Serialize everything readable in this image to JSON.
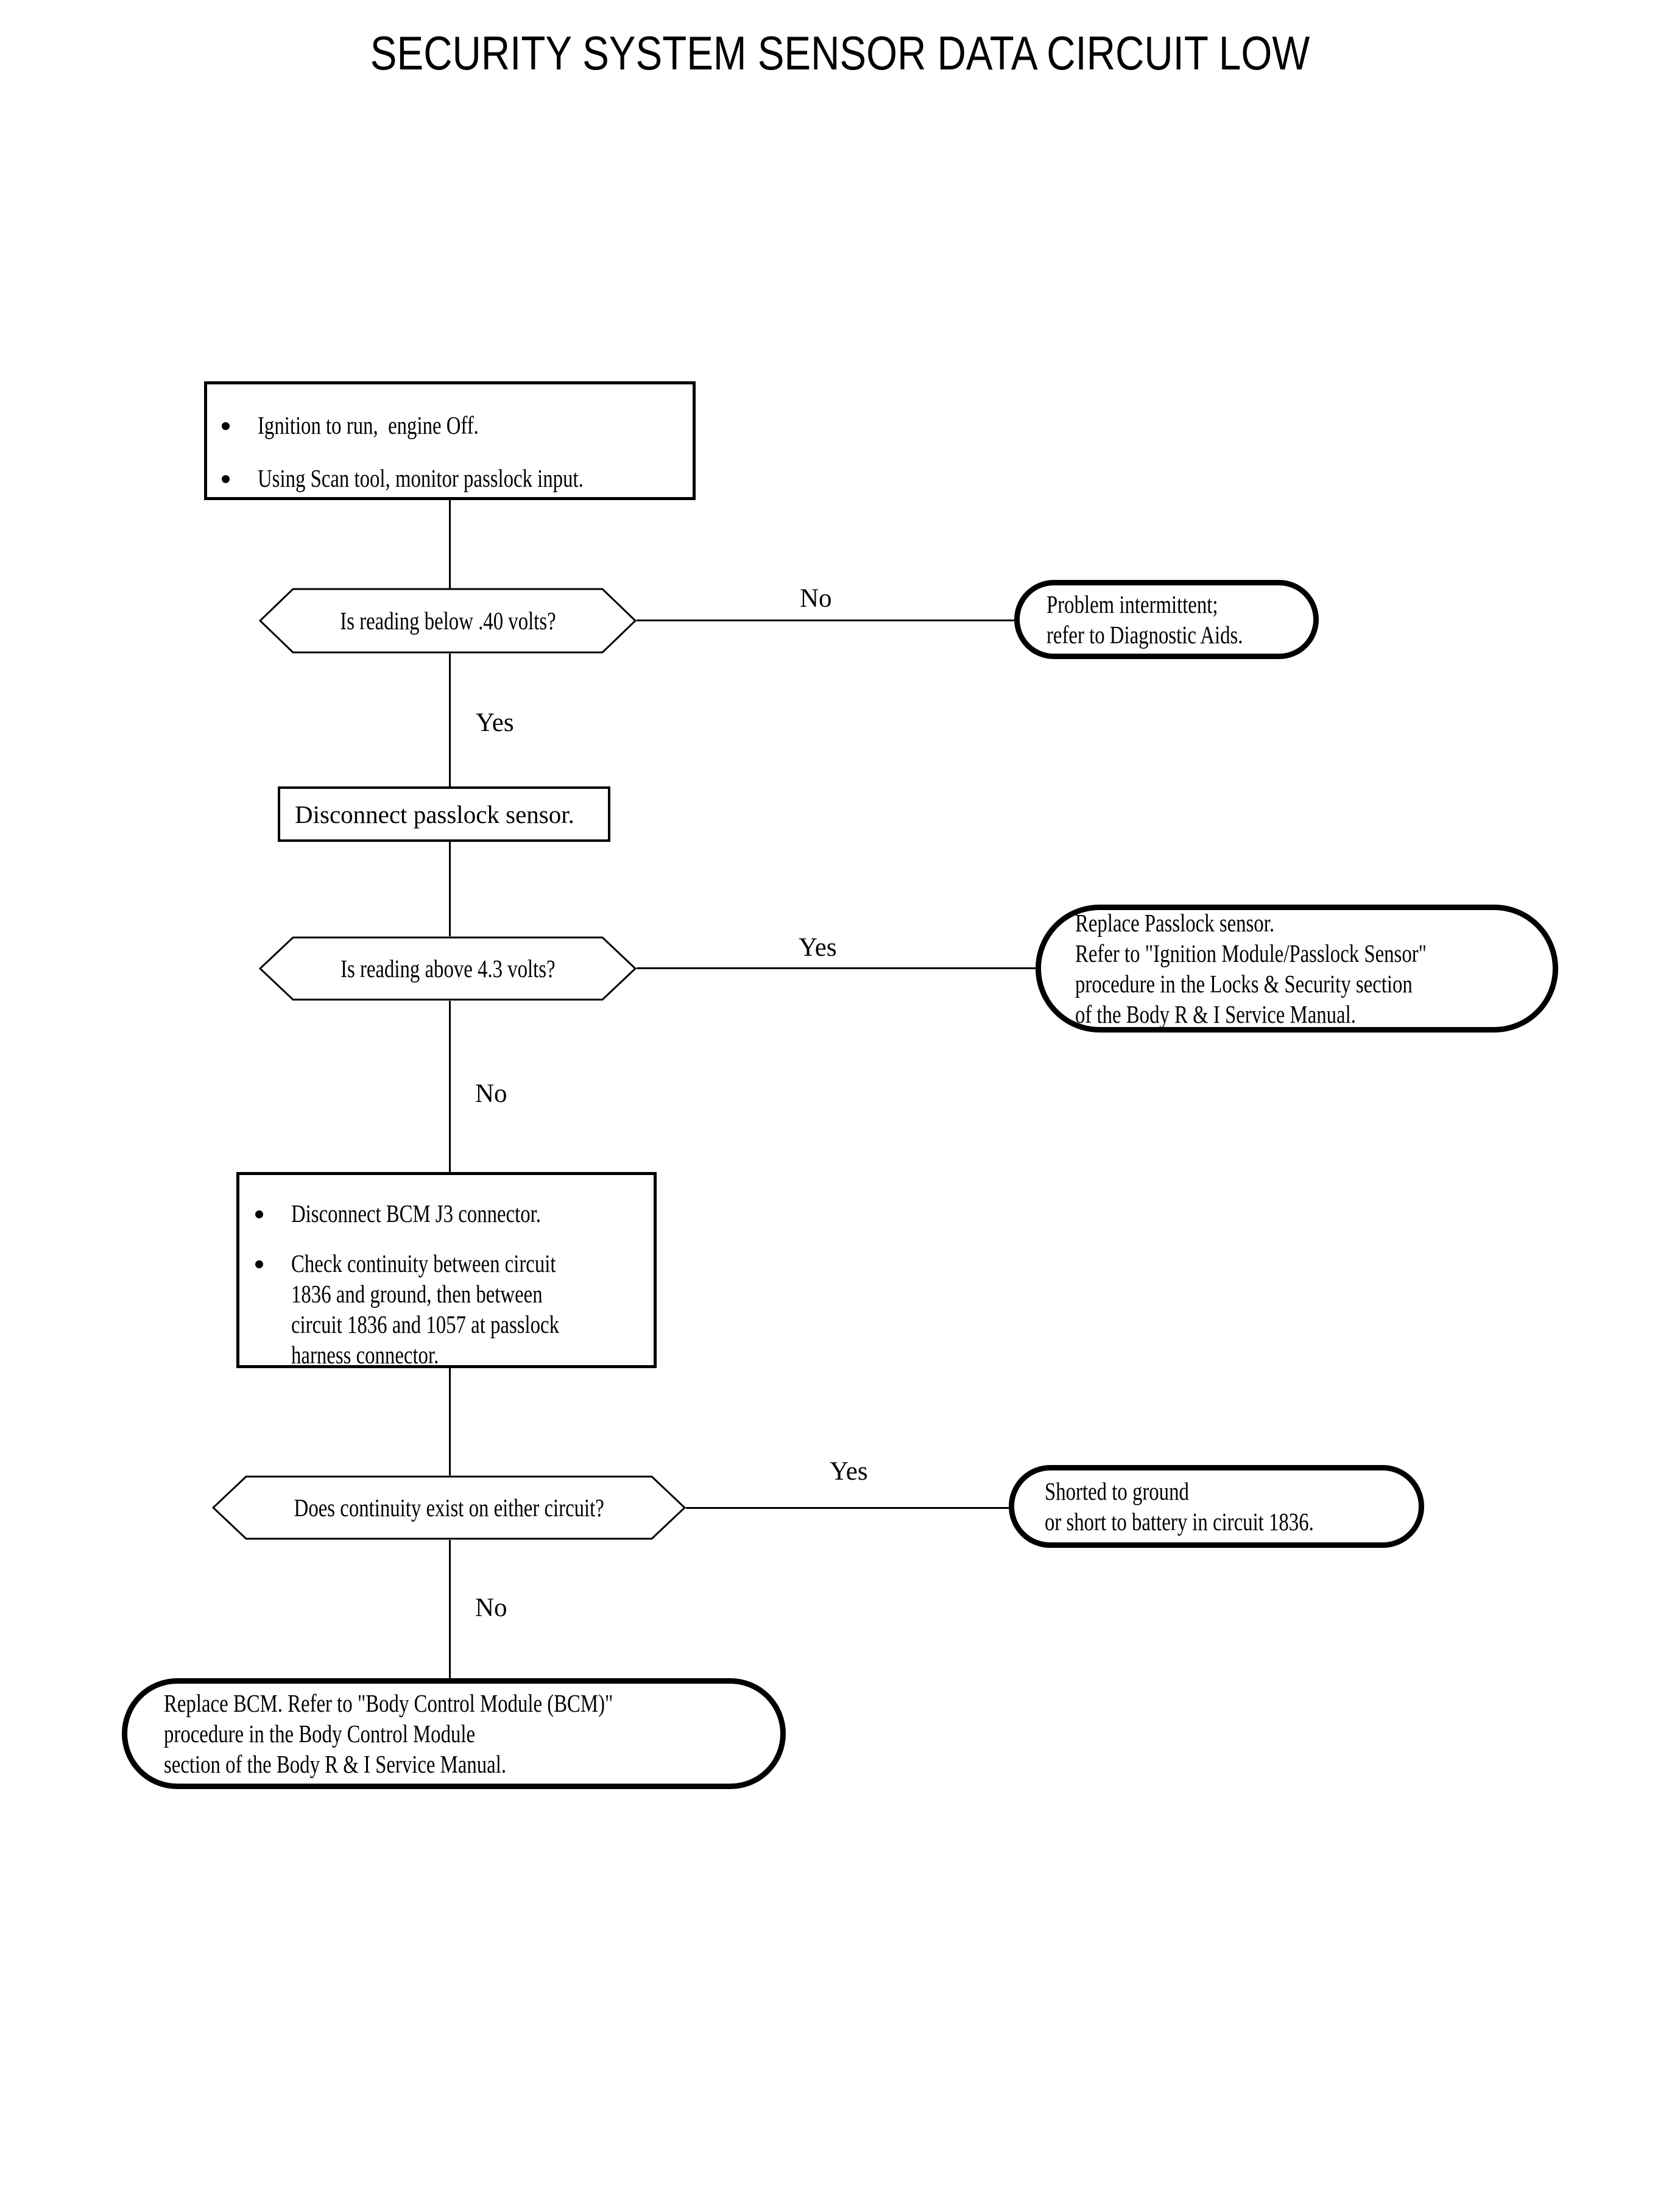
{
  "title": "SECURITY SYSTEM SENSOR DATA CIRCUIT LOW",
  "colors": {
    "background": "#ffffff",
    "stroke": "#000000",
    "text": "#000000"
  },
  "nodes": {
    "step1": {
      "type": "process",
      "bullets": [
        "Ignition to run,  engine Off.",
        "Using Scan tool, monitor passlock input."
      ]
    },
    "decision1": {
      "type": "decision",
      "text": "Is reading below .40 volts?"
    },
    "terminal1": {
      "type": "terminator",
      "lines": [
        "Problem intermittent;",
        "refer to Diagnostic Aids."
      ]
    },
    "step2": {
      "type": "process",
      "text": "Disconnect passlock sensor."
    },
    "decision2": {
      "type": "decision",
      "text": "Is reading above 4.3 volts?"
    },
    "terminal2": {
      "type": "terminator",
      "lines": [
        "Replace Passlock sensor.",
        "Refer to \"Ignition Module/Passlock Sensor\"",
        "procedure in the Locks & Security section",
        "of the Body R & I Service Manual."
      ]
    },
    "step3": {
      "type": "process",
      "bullets": [
        "Disconnect BCM J3 connector.",
        "Check continuity between circuit\n1836 and ground, then between\ncircuit 1836 and 1057 at passlock\nharness connector."
      ]
    },
    "decision3": {
      "type": "decision",
      "text": "Does continuity exist on either circuit?"
    },
    "terminal3": {
      "type": "terminator",
      "lines": [
        "Shorted to ground",
        "or short to battery in circuit 1836."
      ]
    },
    "terminal4": {
      "type": "terminator",
      "lines": [
        "Replace BCM. Refer to \"Body Control Module (BCM)\"",
        "procedure in the Body Control Module",
        "section of the Body R & I Service Manual."
      ]
    }
  },
  "edges": {
    "d1_no": "No",
    "d1_yes": "Yes",
    "d2_yes": "Yes",
    "d2_no": "No",
    "d3_yes": "Yes",
    "d3_no": "No"
  }
}
